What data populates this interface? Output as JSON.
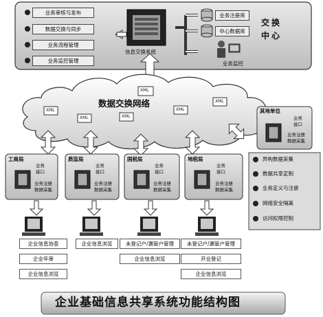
{
  "exchange_center": {
    "title_chars": [
      "交",
      "换",
      "中",
      "心"
    ],
    "function_buttons": [
      "业务审核与发布",
      "数据交换与同步",
      "业务流程管理",
      "业务监控管理"
    ],
    "system_label": "信息交换系统",
    "registry": "业务注册库",
    "central_db": "中心数据库",
    "monitor": "业务监控"
  },
  "network": {
    "label": "数据交换网络",
    "xml_tag": "XML"
  },
  "bureaus": [
    {
      "name": "工商局",
      "outputs": [
        "企业信息协查",
        "企业年审",
        "企业信息浏览"
      ]
    },
    {
      "name": "质监局",
      "outputs": [
        "企业信息浏览"
      ]
    },
    {
      "name": "国税局",
      "outputs": [
        "未登记户/漏管户管理",
        "企业信息浏览"
      ]
    },
    {
      "name": "地税局",
      "outputs": [
        "未登记户/漏管户管理",
        "开业登记",
        "企业信息浏览"
      ]
    }
  ],
  "local_unit": {
    "name": "其地单位"
  },
  "node_labels": {
    "interface_1": "业务",
    "interface_2": "接口",
    "collect_1": "业务注册",
    "collect_2": "数据采集"
  },
  "legend": [
    "异构数据采集",
    "数据共享定制",
    "业务定义与注册",
    "网络安全隔离",
    "访问权限控制"
  ],
  "footer_title": "企业基础信息共享系统功能结构图",
  "colors": {
    "panel": "#d4d4d4",
    "dark": "#333333",
    "accent": "#000000"
  }
}
